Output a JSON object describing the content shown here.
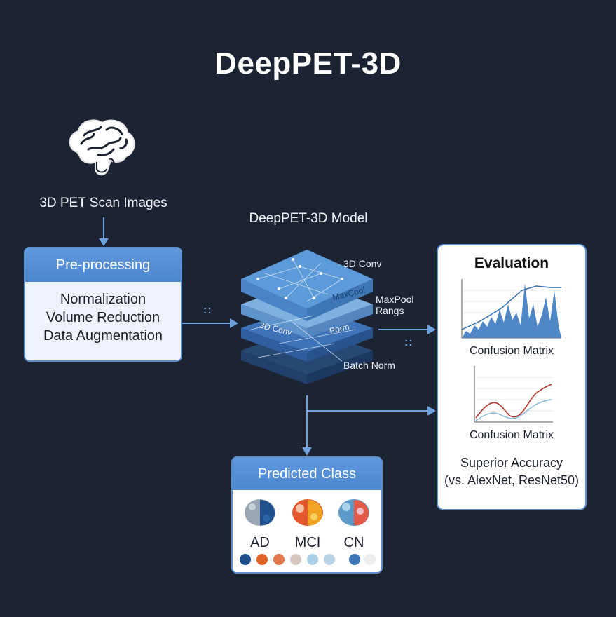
{
  "title": "DeepPET-3D",
  "input": {
    "label": "3D PET Scan Images",
    "icon": "brain-icon"
  },
  "preprocessing": {
    "header": "Pre-processing",
    "items": [
      "Normalization",
      "Volume Reduction",
      "Data Augmentation"
    ]
  },
  "model": {
    "title": "DeepPET-3D Model",
    "layer_labels": [
      "3D Conv",
      "MaxPool\nRangs",
      "Batch Norm"
    ],
    "layer_inner_labels": [
      "MaxCool",
      "3D Conv",
      "Porm"
    ]
  },
  "evaluation": {
    "header": "Evaluation",
    "chart1_caption": "Confusion Matrix",
    "chart2_caption": "Confusion Matrix",
    "summary_line1": "Superior Accuracy",
    "summary_line2": "(vs. AlexNet, ResNet50)"
  },
  "prediction": {
    "header": "Predicted Class",
    "classes": [
      "AD",
      "MCI",
      "CN"
    ]
  },
  "colors": {
    "background": "#1c2434",
    "accent": "#4c86cf",
    "arrow": "#6fa0e0",
    "dots": [
      "#1f4f8c",
      "#e0642a",
      "#e0784a",
      "#d8c7c0",
      "#a9cfe6",
      "#b8d3e6",
      "#3f76b8",
      "#eeeeee"
    ]
  }
}
